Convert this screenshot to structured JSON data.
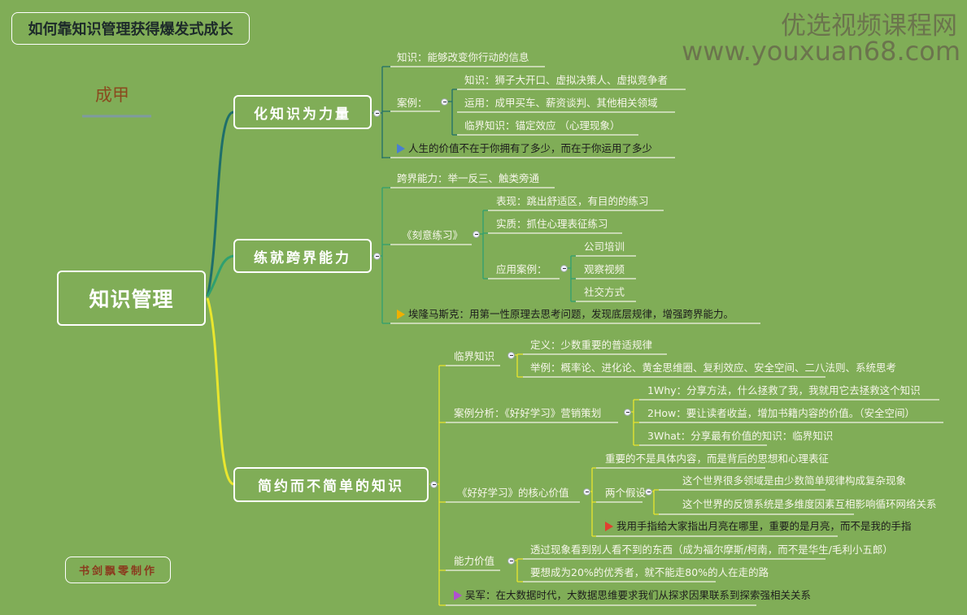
{
  "title": "如何靠知识管理获得爆发式成长",
  "author": "成甲",
  "maker": "书剑飘零制作",
  "root": "知识管理",
  "watermark": {
    "line1": "优选视频课程网",
    "line2": "www.youxuan68.com"
  },
  "colors": {
    "background": "#80ad57",
    "branch1": "#1f6f6a",
    "branch2": "#2fa070",
    "branch3": "#e9e62e",
    "flag_blue": "#4a7fd0",
    "flag_yellow": "#f0b000",
    "flag_red": "#e04030",
    "flag_purple": "#b050d0"
  },
  "b1": {
    "label": "化知识为力量",
    "c1": "知识：能够改变你行动的信息",
    "case": "案例：",
    "case_items": [
      "知识：狮子大开口、虚拟决策人、虚拟竞争者",
      "运用：成甲买车、薪资谈判、其他相关领域",
      "临界知识：锚定效应 （心理现象）"
    ],
    "flag": "人生的价值不在于你拥有了多少，而在于你运用了多少"
  },
  "b2": {
    "label": "练就跨界能力",
    "c1": "跨界能力：举一反三、触类旁通",
    "book": "《刻意练习》",
    "book_items": [
      "表现：跳出舒适区，有目的的练习",
      "实质：抓住心理表征练习"
    ],
    "apply": "应用案例：",
    "apply_items": [
      "公司培训",
      "观察视频",
      "社交方式"
    ],
    "flag": "埃隆马斯克：用第一性原理去思考问题，发现底层规律，增强跨界能力。"
  },
  "b3": {
    "label": "简约而不简单的知识",
    "critical": {
      "label": "临界知识",
      "items": [
        "定义：少数重要的普适规律",
        "举例：概率论、进化论、黄金思维圈、复利效应、安全空间、二八法则、系统思考"
      ]
    },
    "case": {
      "label": "案例分析：《好好学习》营销策划",
      "items": [
        "1Why：分享方法，什么拯救了我，我就用它去拯救这个知识",
        "2How：要让读者收益，增加书籍内容的价值。（安全空间）",
        "3What：分享最有价值的知识：临界知识"
      ]
    },
    "core": {
      "label": "《好好学习》的核心价值",
      "c1": "重要的不是具体内容，而是背后的思想和心理表征",
      "hyp": "两个假设",
      "hyp_items": [
        "这个世界很多领域是由少数简单规律构成复杂现象",
        "这个世界的反馈系统是多维度因素互相影响循环网络关系"
      ],
      "flag": "我用手指给大家指出月亮在哪里，重要的是月亮，而不是我的手指"
    },
    "ability": {
      "label": "能力价值",
      "items": [
        "透过现象看到别人看不到的东西（成为福尔摩斯/柯南，而不是华生/毛利小五郎）",
        "要想成为20%的优秀者，就不能走80%的人在走的路"
      ]
    },
    "flag": "吴军：在大数据时代，大数据思维要求我们从探求因果联系到探索强相关关系"
  }
}
